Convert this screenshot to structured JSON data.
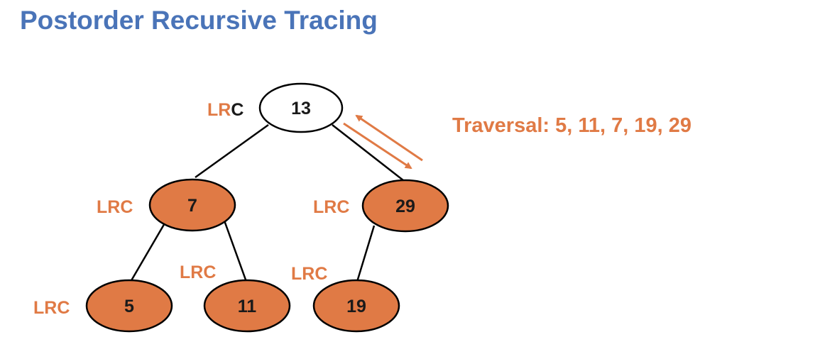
{
  "title": "Postorder Recursive Tracing",
  "traversal_text": "Traversal: 5, 11, 7, 19, 29",
  "colors": {
    "title": "#4a74b8",
    "accent": "#e07a45",
    "visited_fill": "#e07a45",
    "unvisited_fill": "#ffffff",
    "stroke": "#000000",
    "lrc_active": "#1a1a1a"
  },
  "nodes": [
    {
      "id": "n13",
      "value": "13",
      "visited": false,
      "lrc": {
        "done": "LR",
        "pending": "C"
      }
    },
    {
      "id": "n7",
      "value": "7",
      "visited": true,
      "lrc": {
        "done": "LRC",
        "pending": ""
      }
    },
    {
      "id": "n29",
      "value": "29",
      "visited": true,
      "lrc": {
        "done": "LRC",
        "pending": ""
      }
    },
    {
      "id": "n5",
      "value": "5",
      "visited": true,
      "lrc": {
        "done": "LRC",
        "pending": ""
      }
    },
    {
      "id": "n11",
      "value": "11",
      "visited": true,
      "lrc": {
        "done": "LRC",
        "pending": ""
      }
    },
    {
      "id": "n19",
      "value": "19",
      "visited": true,
      "lrc": {
        "done": "LRC",
        "pending": ""
      }
    }
  ],
  "edges": [
    {
      "from": "n13",
      "to": "n7"
    },
    {
      "from": "n13",
      "to": "n29"
    },
    {
      "from": "n7",
      "to": "n5"
    },
    {
      "from": "n7",
      "to": "n11"
    },
    {
      "from": "n29",
      "to": "n19"
    }
  ],
  "recursion_arrows": [
    "return-arrow-icon",
    "call-arrow-icon"
  ]
}
